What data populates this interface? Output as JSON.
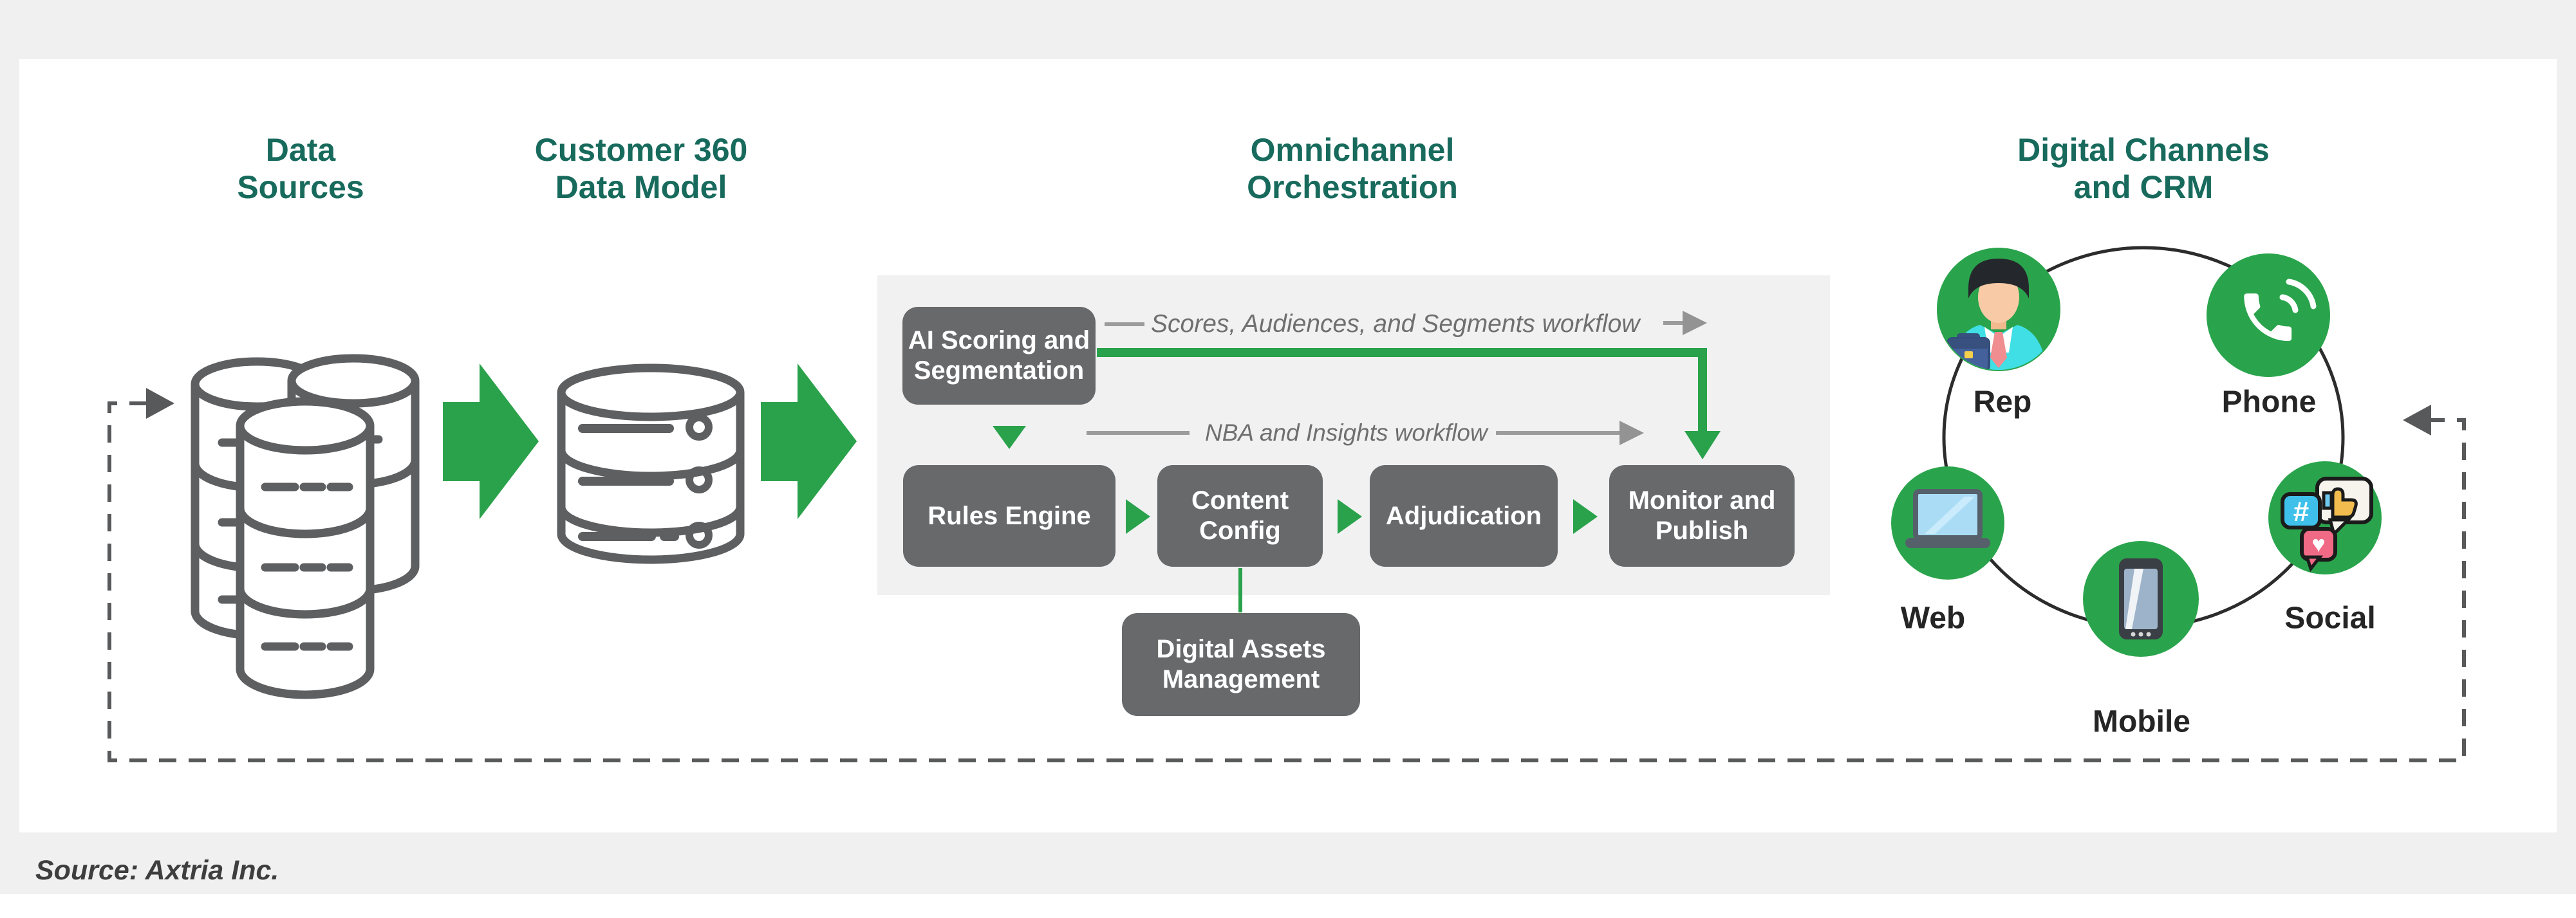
{
  "headings": {
    "data_sources": "Data\nSources",
    "customer360": "Customer 360\nData Model",
    "omnichannel": "Omnichannel\nOrchestration",
    "digital_channels": "Digital Channels\nand CRM"
  },
  "orchestration": {
    "boxes": {
      "ai_scoring": "AI Scoring and\nSegmentation",
      "rules_engine": "Rules Engine",
      "content_config": "Content\nConfig",
      "adjudication": "Adjudication",
      "monitor_publish": "Monitor and\nPublish",
      "digital_assets": "Digital Assets\nManagement"
    },
    "workflows": {
      "scores": "Scores, Audiences, and Segments workflow",
      "nba": "NBA and Insights workflow"
    }
  },
  "channels": {
    "rep": "Rep",
    "phone": "Phone",
    "web": "Web",
    "social": "Social",
    "mobile": "Mobile"
  },
  "icons": {
    "social_hash": "#",
    "social_heart": "♥"
  },
  "footer": {
    "source": "Source: Axtria Inc."
  },
  "colors": {
    "accent_green": "#2aa24b",
    "heading_teal": "#176a5c",
    "node_gray": "#67696b",
    "panel_gray": "#f1f1f2",
    "dashed_gray": "#58595b"
  }
}
